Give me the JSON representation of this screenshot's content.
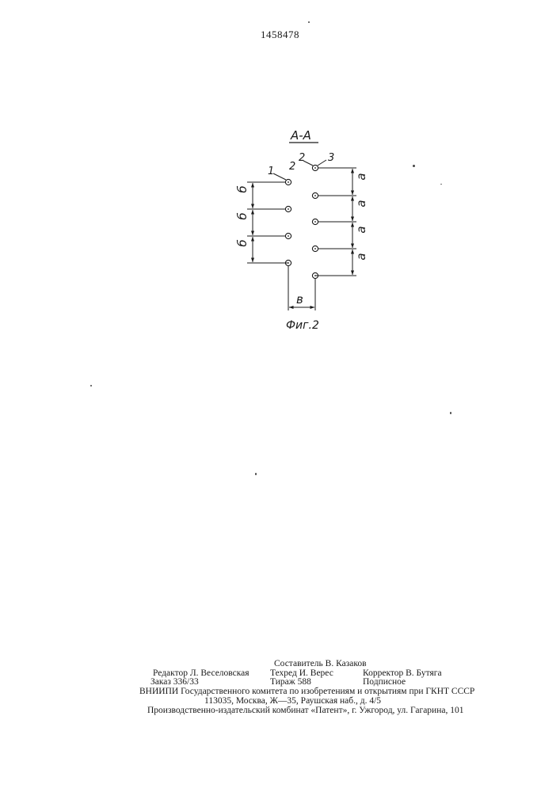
{
  "patent_number": "1458478",
  "figure": {
    "section_label": "А-А",
    "caption": "Фиг.2",
    "callouts": {
      "row1_number": "1",
      "row1_hole": "2",
      "row3_hole": "2",
      "row3_number": "3"
    },
    "dim_labels": {
      "left_spacing": "б",
      "right_spacing": "а",
      "row_gap": "в"
    }
  },
  "colophon": {
    "compiler": "Составитель В. Казаков",
    "editor": "Редактор Л. Веселовская",
    "techred": "Техред И. Верес",
    "corrector": "Корректор В. Бутяга",
    "order": "Заказ 336/33",
    "print_run": "Тираж 588",
    "subscription": "Подписное",
    "institute": "ВНИИПИ Государственного комитета по изобретениям и открытиям при ГКНТ СССР",
    "address": "113035, Москва, Ж—35, Раушская наб., д. 4/5",
    "publisher": "Производственно-издательский комбинат «Патент», г. Ужгород, ул. Гагарина, 101"
  }
}
